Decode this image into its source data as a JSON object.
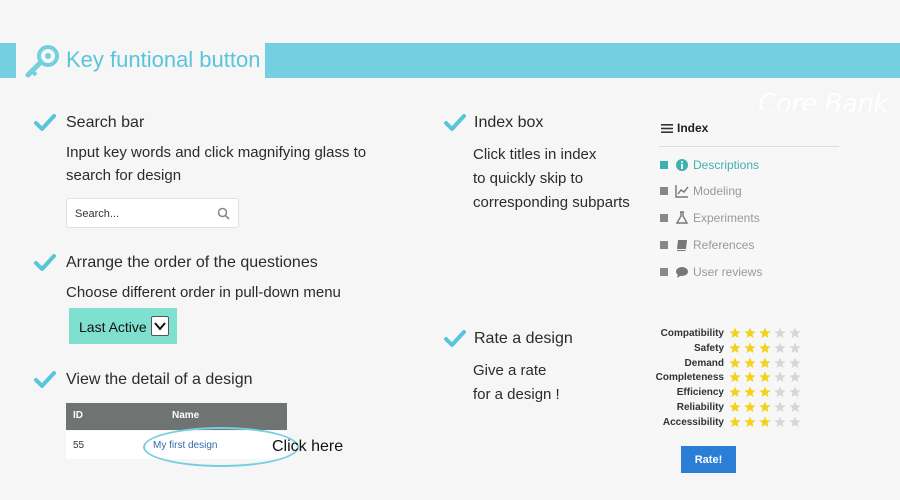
{
  "header": {
    "title": "Key funtional button",
    "brand": "Core Bank",
    "accent_color": "#74cfe0"
  },
  "search_section": {
    "heading": "Search bar",
    "desc_line1": "Input key words and click magnifying glass to",
    "desc_line2": "search for design",
    "placeholder": "Search..."
  },
  "order_section": {
    "heading": "Arrange the order of the questiones",
    "desc": "Choose different order in pull-down menu",
    "selected": "Last Active"
  },
  "detail_section": {
    "heading": "View the detail of a design",
    "columns": [
      "ID",
      "Name"
    ],
    "rows": [
      {
        "id": "55",
        "name": "My first design"
      }
    ],
    "callout": "Click here"
  },
  "index_section": {
    "heading": "Index box",
    "desc_line1": "Click titles in index",
    "desc_line2": "to quickly skip to",
    "desc_line3": "corresponding subparts",
    "box_title": "Index",
    "items": [
      {
        "label": "Descriptions",
        "icon": "info-icon",
        "active": true
      },
      {
        "label": "Modeling",
        "icon": "chart-line-icon",
        "active": false
      },
      {
        "label": "Experiments",
        "icon": "flask-icon",
        "active": false
      },
      {
        "label": "References",
        "icon": "book-icon",
        "active": false
      },
      {
        "label": "User reviews",
        "icon": "comment-icon",
        "active": false
      }
    ]
  },
  "rate_section": {
    "heading": "Rate a design",
    "desc_line1": "Give a rate",
    "desc_line2": "for a design !",
    "criteria": [
      {
        "label": "Compatibility",
        "rating": 3
      },
      {
        "label": "Safety",
        "rating": 3
      },
      {
        "label": "Demand",
        "rating": 3
      },
      {
        "label": "Completeness",
        "rating": 3
      },
      {
        "label": "Efficiency",
        "rating": 3
      },
      {
        "label": "Reliability",
        "rating": 3
      },
      {
        "label": "Accessibility",
        "rating": 3
      }
    ],
    "max_rating": 5,
    "button_label": "Rate!"
  }
}
